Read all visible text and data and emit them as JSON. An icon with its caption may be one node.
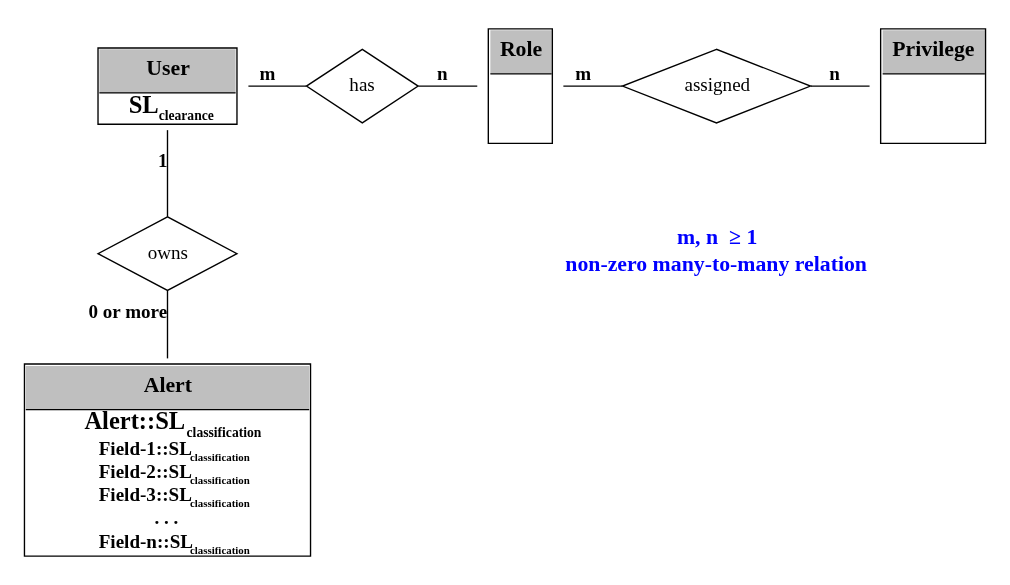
{
  "diagram": {
    "nodes": [
      {
        "text": [
          "User",
          "SL$_{clearance}$"
        ]
      },
      {
        "text": [
          "has"
        ]
      },
      {
        "text": [
          "Role"
        ]
      },
      {
        "text": [
          "assigned"
        ]
      },
      {
        "text": [
          "Privilege"
        ]
      },
      {
        "text": [
          "owns"
        ]
      },
      {
        "text": [
          "Alert",
          "Alert::SL$_{classification}$",
          "Field-1::SL$_{classification}$",
          "Field-2::SL$_{classification}$",
          "Field-3::SL$_{classification}$",
          ". . .",
          "Field-n::SL$_{classification}$"
        ]
      }
    ],
    "edges": [
      {
        "from": 0,
        "to": 1,
        "arrow": "none",
        "label": "m"
      },
      {
        "from": 1,
        "to": 2,
        "arrow": "none",
        "label": "n"
      },
      {
        "from": 2,
        "to": 3,
        "arrow": "none",
        "label": "m"
      },
      {
        "from": 3,
        "to": 4,
        "arrow": "none",
        "label": "n"
      },
      {
        "from": 0,
        "to": 5,
        "arrow": "none",
        "label": "1"
      },
      {
        "from": 5,
        "to": 6,
        "arrow": "none",
        "label": "0 or more"
      }
    ],
    "labels": [
      "m, n  ≥ 1",
      "non-zero many-to-many relation"
    ]
  }
}
